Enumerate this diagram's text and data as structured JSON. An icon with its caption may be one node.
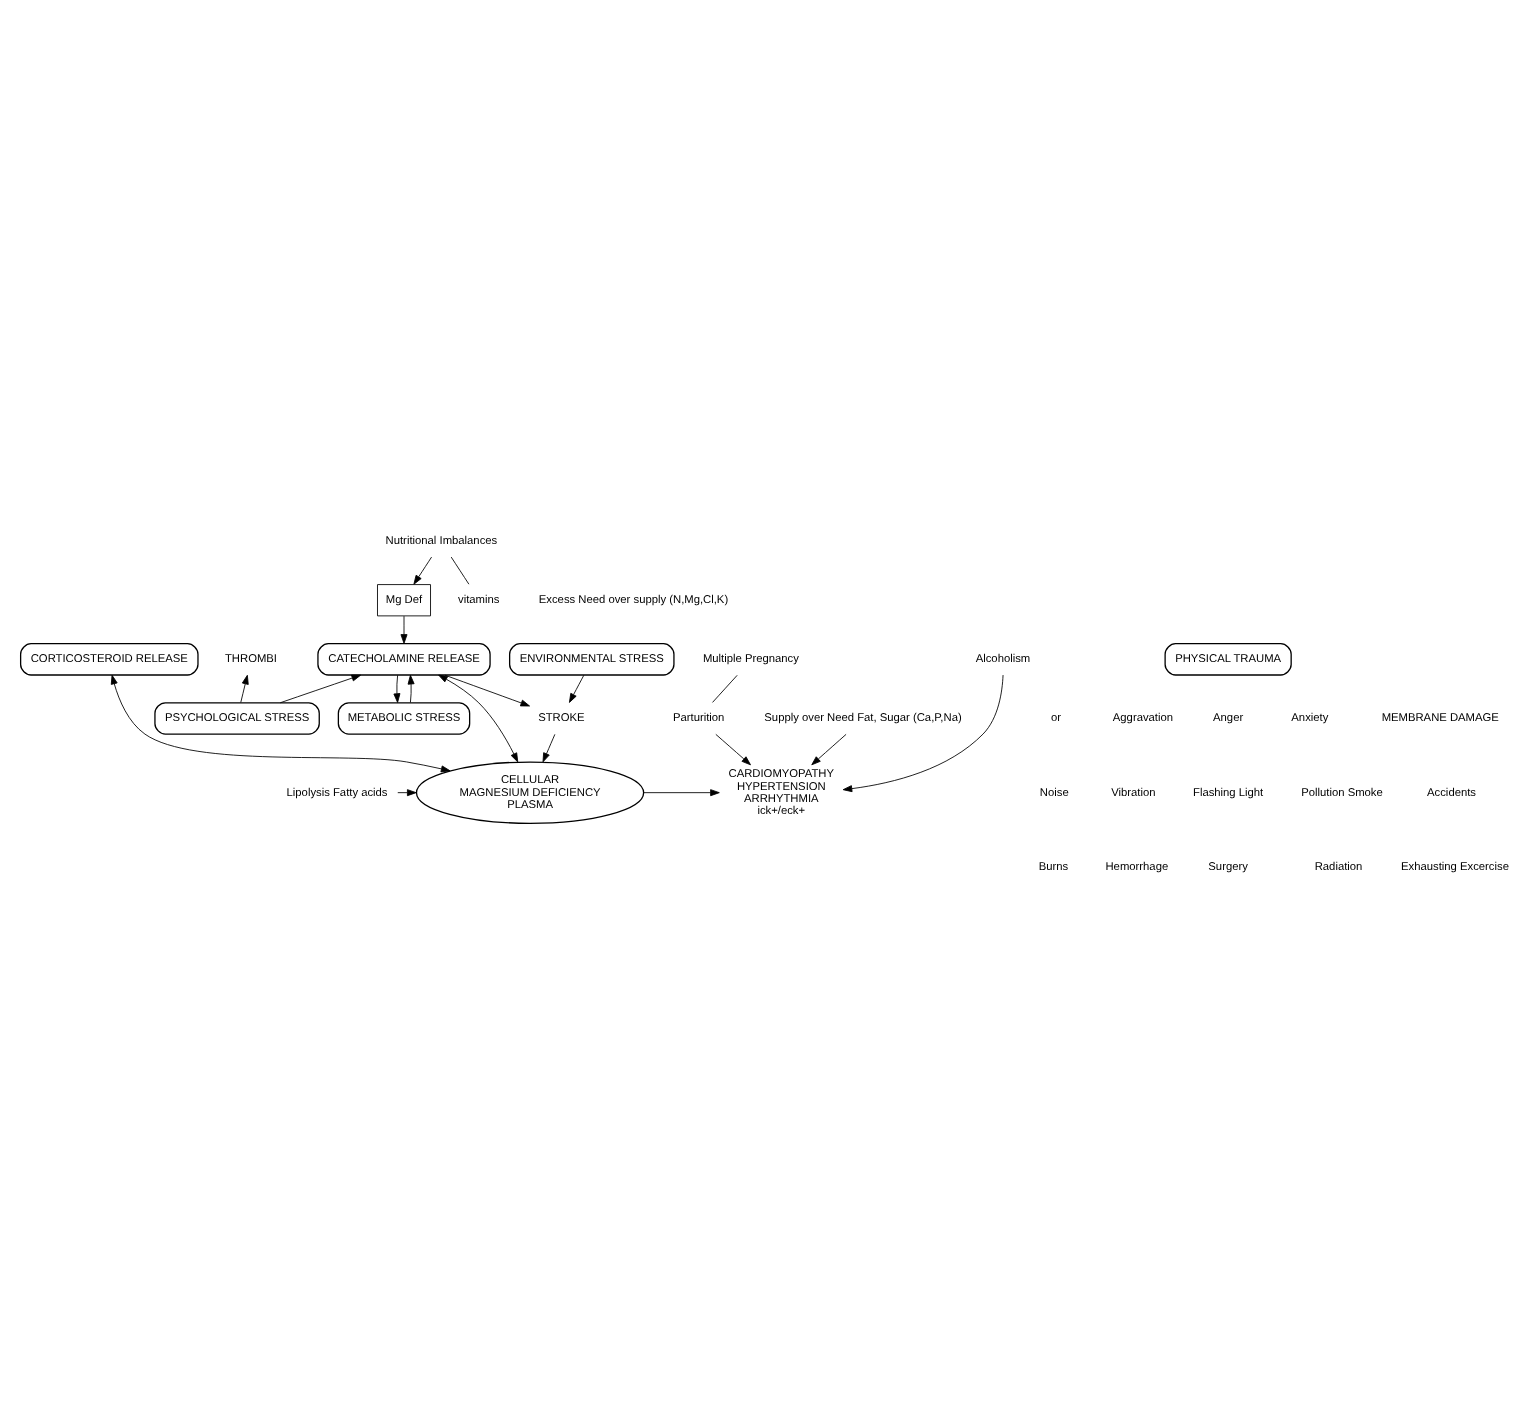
{
  "diagram": {
    "nodes": [
      {
        "text": [
          "Nutritional Imbalances"
        ]
      },
      {
        "text": [
          "Mg Def"
        ]
      },
      {
        "text": [
          "Excess Need over supply (N,Mg,Cl,K)"
        ]
      },
      {
        "text": [
          "vitamins"
        ]
      },
      {
        "text": [
          "Supply over Need Fat, Sugar (Ca,P,Na)"
        ]
      },
      {
        "text": [
          "METABOLIC STRESS"
        ]
      },
      {
        "text": [
          "PSYCHOLOGICAL STRESS"
        ]
      },
      {
        "text": [
          "CATECHOLAMINE RELEASE"
        ]
      },
      {
        "text": [
          "Alcoholism"
        ]
      },
      {
        "text": [
          "CARDIOMYOPATHY",
          "HYPERTENSION",
          "ARRHYTHMIA",
          "ick+/eck+"
        ]
      },
      {
        "text": [
          "CELLULAR",
          "MAGNESIUM DEFICIENCY",
          "PLASMA"
        ]
      },
      {
        "text": [
          "THROMBI"
        ]
      },
      {
        "text": [
          "Lipolysis Fatty acids"
        ]
      },
      {
        "text": [
          "STROKE"
        ]
      },
      {
        "text": [
          "Parturition"
        ]
      },
      {
        "text": [
          "Multiple Pregnancy"
        ]
      },
      {
        "text": [
          "PHYSICAL TRAUMA"
        ]
      },
      {
        "text": [
          "CORTICOSTEROID RELEASE"
        ]
      },
      {
        "text": [
          "ENVIRONMENTAL STRESS"
        ]
      }
    ],
    "edges": [
      {
        "from": 0,
        "to": 1,
        "arrow": "to"
      },
      {
        "from": 0,
        "to": 3,
        "arrow": "none"
      },
      {
        "from": 4,
        "to": 9,
        "arrow": "to"
      },
      {
        "from": 8,
        "to": 9,
        "arrow": "to"
      },
      {
        "from": 1,
        "to": 7,
        "arrow": "to"
      },
      {
        "from": 5,
        "to": 7,
        "arrow": "to"
      },
      {
        "from": 7,
        "to": 5,
        "arrow": "to"
      },
      {
        "from": 6,
        "to": 7,
        "arrow": "to"
      },
      {
        "from": 6,
        "to": 11,
        "arrow": "to"
      },
      {
        "from": 7,
        "to": 10,
        "arrow": "both"
      },
      {
        "from": 17,
        "to": 10,
        "arrow": "both"
      },
      {
        "from": 7,
        "to": 13,
        "arrow": "to"
      },
      {
        "from": 13,
        "to": 10,
        "arrow": "to"
      },
      {
        "from": 12,
        "to": 10,
        "arrow": "to"
      },
      {
        "from": 10,
        "to": 9,
        "arrow": "to"
      },
      {
        "from": 14,
        "to": 9,
        "arrow": "to"
      },
      {
        "from": 15,
        "to": 14,
        "arrow": "none"
      },
      {
        "from": 18,
        "to": 13,
        "arrow": "to"
      }
    ],
    "labels": [
      "or",
      "Aggravation",
      "Anger",
      "Anxiety",
      "MEMBRANE DAMAGE",
      "Noise",
      "Vibration",
      "Flashing Light",
      "Pollution Smoke",
      "Accidents",
      "Burns",
      "Hemorrhage",
      "Surgery",
      "Radiation",
      "Exhausting Excercise"
    ]
  }
}
